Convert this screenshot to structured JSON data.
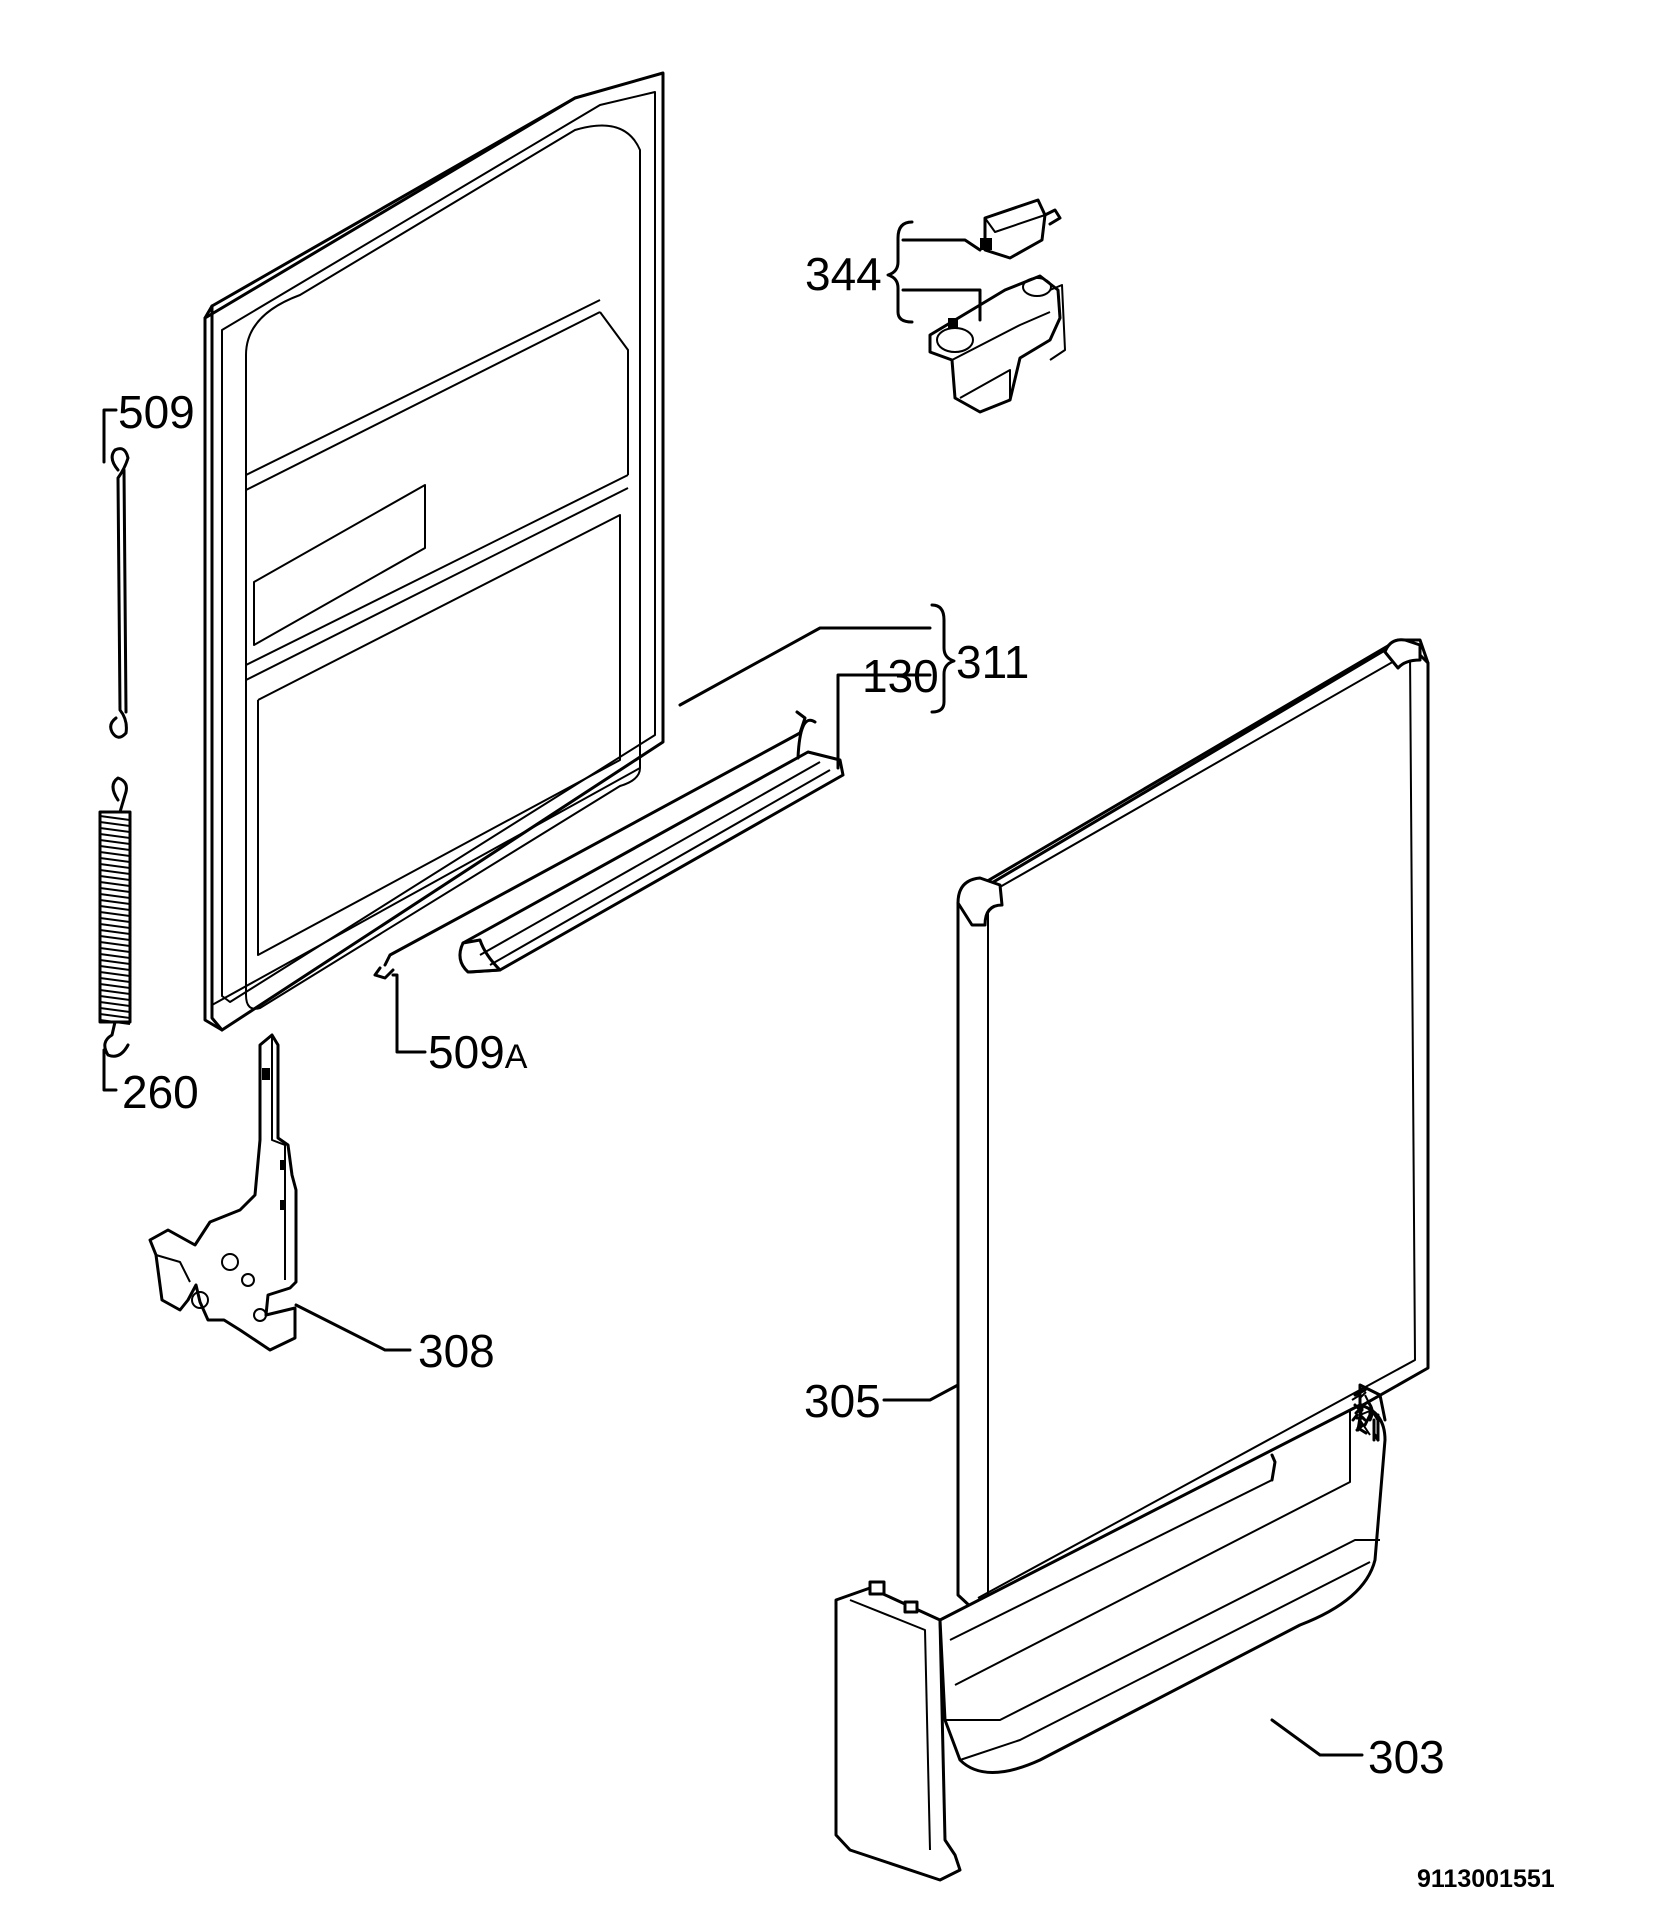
{
  "labels": {
    "p509": "509",
    "p260": "260",
    "p344": "344",
    "p311": "311",
    "p130": "130",
    "p509a_num": "509",
    "p509a_suffix": "A",
    "p308": "308",
    "p305": "305",
    "p303": "303"
  },
  "drawing_code": "9113001551",
  "colors": {
    "line": "#000000",
    "background": "#ffffff"
  }
}
